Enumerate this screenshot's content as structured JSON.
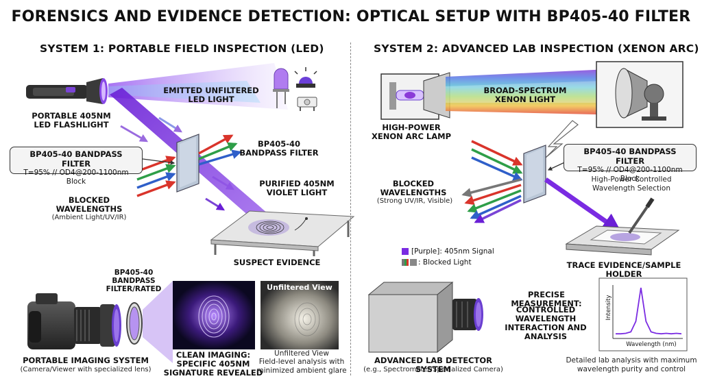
{
  "title": "FORENSICS AND EVIDENCE DETECTION: OPTICAL SETUP WITH BP405-40 FILTER",
  "system1": {
    "title": "SYSTEM 1: PORTABLE FIELD INSPECTION (LED)",
    "flashlight_label": "PORTABLE 405nm\nLED FLASHLIGHT",
    "emitted_label": "EMITTED UNFILTERED\nLED LIGHT",
    "filter_box": {
      "title": "BP405-40 BANDPASS FILTER",
      "spec": "T=95% // OD4@200-1100nm Block"
    },
    "bandpass_label": "BP405-40\nBANDPASS FILTER",
    "purified_label": "PURIFIED 405nm\nVIOLET LIGHT",
    "blocked_label": "BLOCKED\nWAVELENGTHS",
    "blocked_sub": "(Ambient Light/UV/IR)",
    "evidence_label": "SUSPECT EVIDENCE",
    "lens_filter_label": "BP405-40\nBANDPASS\nFILTER/RATED",
    "imaging_label": "PORTABLE IMAGING SYSTEM",
    "imaging_sub": "(Camera/Viewer with specialized lens)",
    "clean_label": "CLEAN IMAGING:\nSPECIFIC 405nm\nSIGNATURE REVEALED",
    "unfiltered_tag": "Unfiltered View",
    "unfiltered_caption": "Unfiltered View",
    "unfiltered_sub": "Field-level analysis with\nminimized ambient glare"
  },
  "system2": {
    "title": "SYSTEM 2: ADVANCED LAB INSPECTION (XENON ARC)",
    "lamp_label": "HIGH-POWER\nXENON ARC LAMP",
    "broad_label": "BROAD-SPECTRUM\nXENON LIGHT",
    "filter_box": {
      "title": "BP405-40 BANDPASS FILTER",
      "spec": "T=95% // OD4@200-1100nm Block"
    },
    "controlled_sub": "High-Power Controlled\nWavelength Selection",
    "blocked_label": "BLOCKED\nWAVELENGTHS",
    "blocked_sub": "(Strong UV/IR, Visible)",
    "legend": [
      {
        "label": "[Purple]: 405nm Signal",
        "color": "#7a2be2"
      },
      {
        "label": ": Blocked Light",
        "color": "#777777"
      }
    ],
    "sample_label": "TRACE EVIDENCE/SAMPLE HOLDER",
    "precise_label": "PRECISE MEASUREMENT:",
    "controlled_label": "CONTROLLED\nWAVELENGTH\nINTERACTION AND\nANALYSIS",
    "detector_label": "ADVANCED LAB DETECTOR SYSTEM",
    "detector_sub": "(e.g., Spectrometer/Specialized Camera)",
    "detail_sub": "Detailed lab analysis with maximum\nwavelength purity and control",
    "spectrum": {
      "ylabel": "Intensity",
      "xlabel": "Wavelength (nm)"
    }
  },
  "colors": {
    "violet": "#7a2be2",
    "violet_light": "#b58cf5",
    "red": "#d9342b",
    "green": "#2e9e48",
    "blue": "#2f5fc9",
    "gray": "#7a7a7a"
  },
  "chart_data": {
    "type": "line",
    "xlabel": "Wavelength (nm)",
    "ylabel": "Intensity",
    "series": [
      {
        "values": [
          0.04,
          0.04,
          0.05,
          0.08,
          0.3,
          1.0,
          0.3,
          0.08,
          0.05,
          0.04,
          0.05,
          0.04,
          0.05,
          0.04
        ]
      }
    ]
  }
}
